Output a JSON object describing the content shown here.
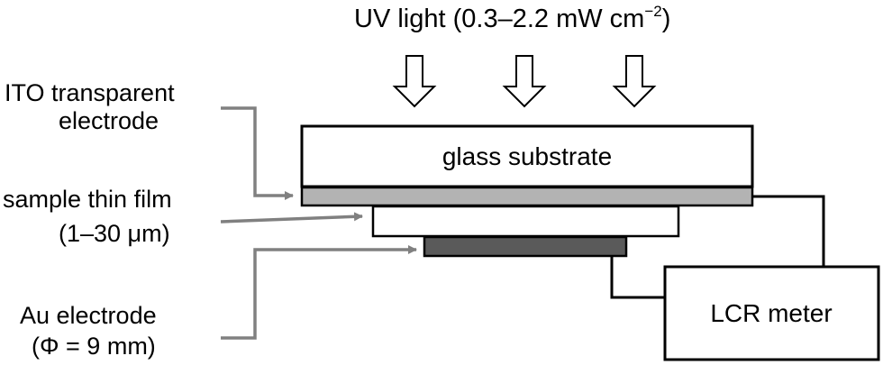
{
  "uv_light": {
    "label_prefix": "UV light (0.3–2.2 mW cm",
    "label_exponent": "−2",
    "label_suffix": ")"
  },
  "labels": {
    "ito_line1": "ITO transparent",
    "ito_line2": "electrode",
    "film_line1": "sample thin film",
    "film_line2": "(1–30 μm)",
    "au_line1": "Au electrode",
    "au_line2": "(Φ = 9 mm)",
    "glass": "glass substrate",
    "lcr": "LCR meter"
  },
  "colors": {
    "ito_layer": "#b3b3b3",
    "au_electrode": "#5a5a5a",
    "pointer_arrow": "#808080",
    "outline": "#000000"
  }
}
